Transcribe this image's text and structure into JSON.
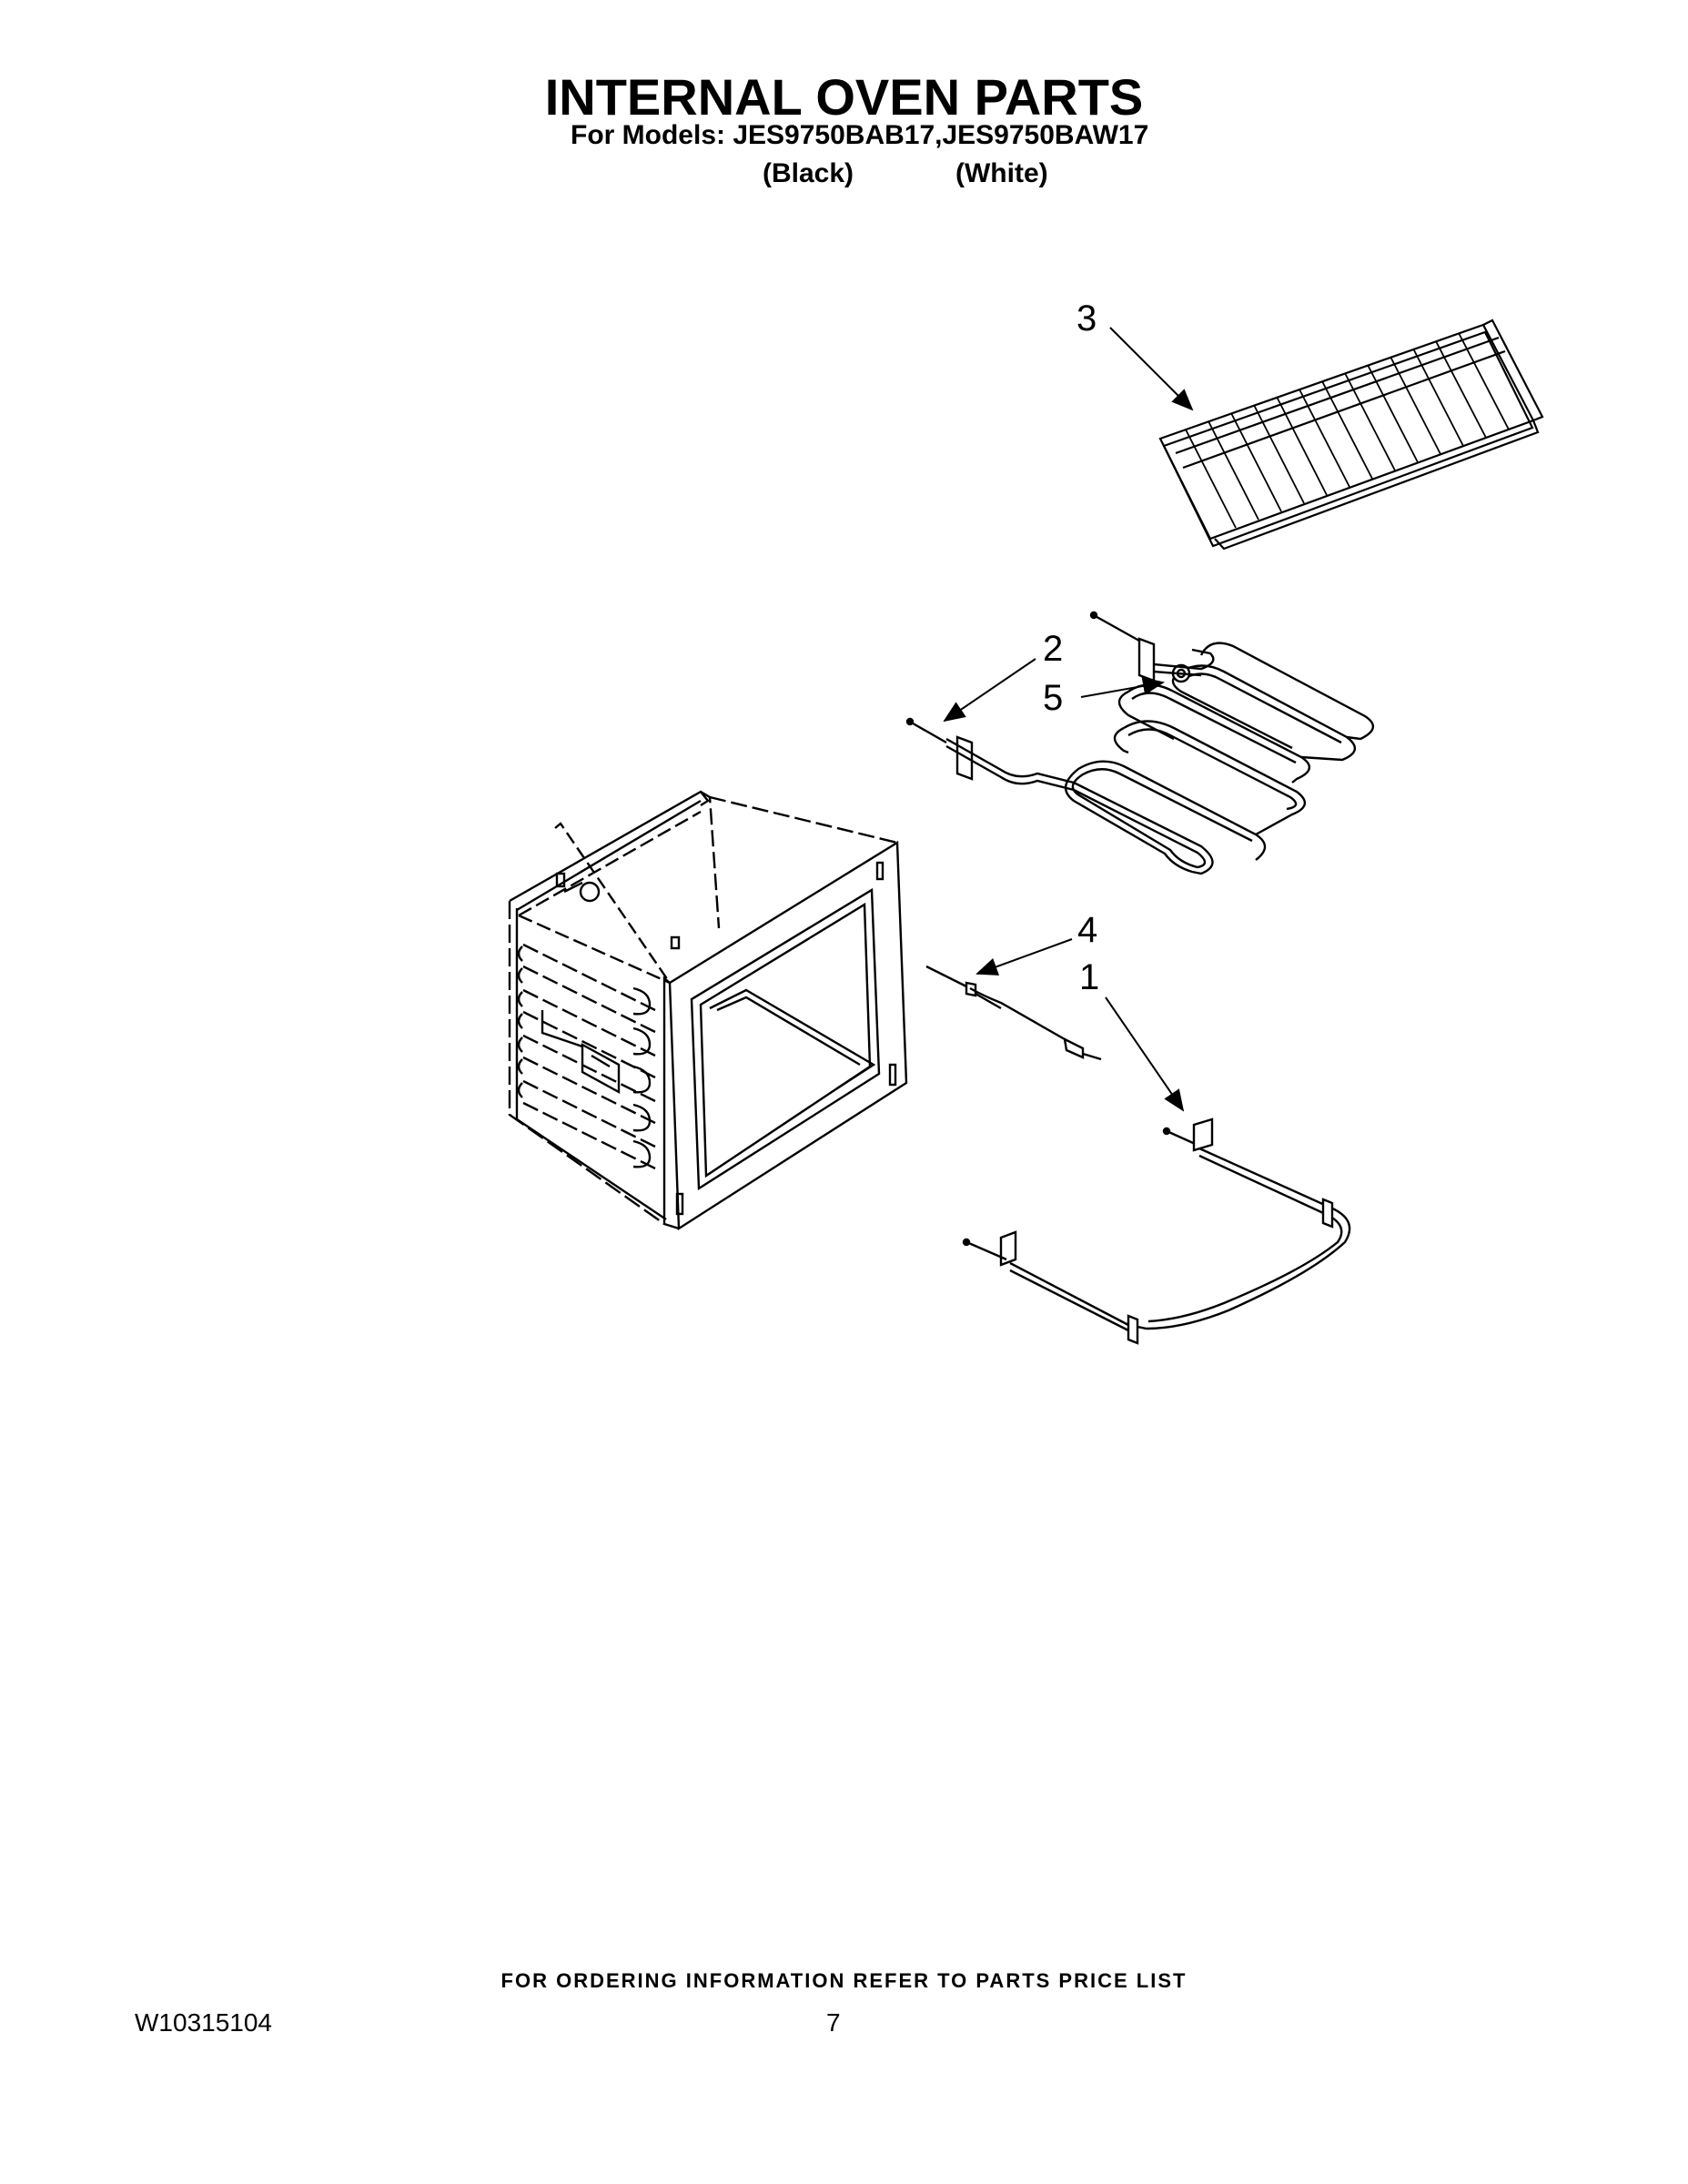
{
  "header": {
    "title": "INTERNAL OVEN PARTS",
    "models_line": "For Models: JES9750BAB17,JES9750BAW17",
    "variant_black": "(Black)",
    "variant_white": "(White)"
  },
  "callouts": {
    "c1": "1",
    "c2": "2",
    "c3": "3",
    "c4": "4",
    "c5": "5"
  },
  "footer": {
    "ordering_note": "FOR ORDERING INFORMATION REFER TO PARTS PRICE LIST",
    "document_id": "W10315104",
    "page_number": "7"
  }
}
